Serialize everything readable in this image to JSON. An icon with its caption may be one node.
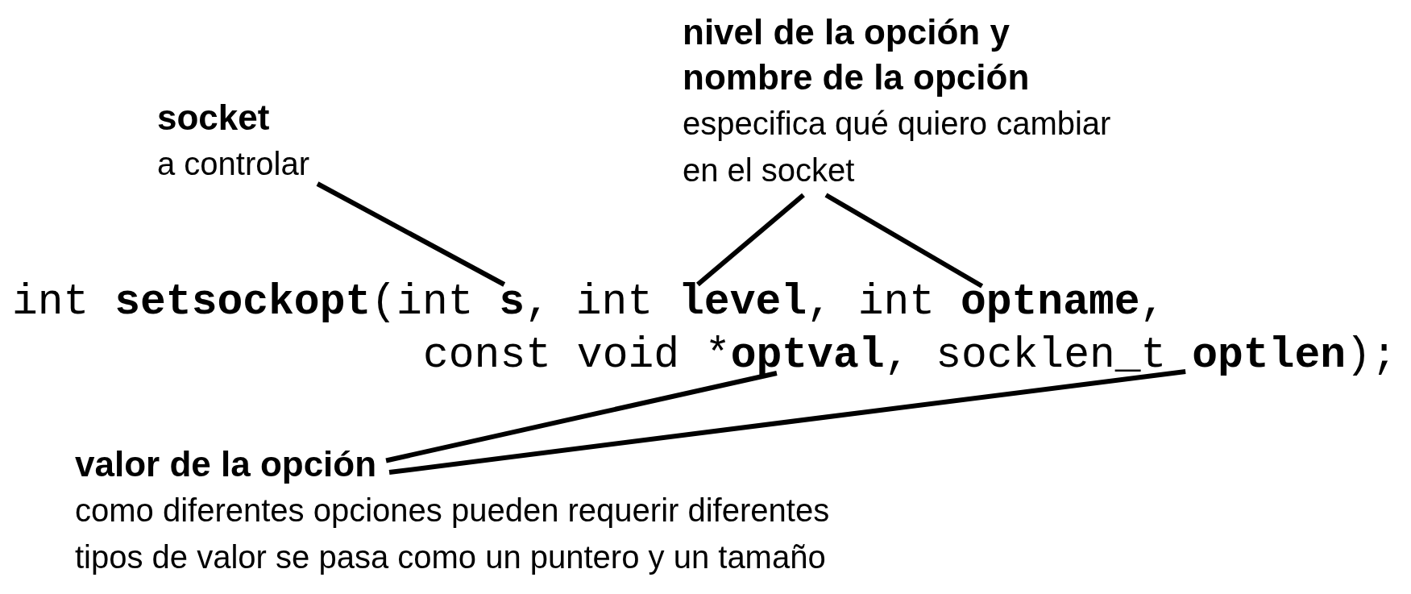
{
  "diagram": {
    "nodes": [
      {
        "text": [
          "socket",
          "a controlar"
        ]
      },
      {
        "text": [
          "nivel de la opción y nombre de la opción",
          "especifica qué quiero cambiar en el socket"
        ]
      },
      {
        "text": [
          "valor de la opción",
          "como diferentes opciones pueden requerir diferentes tipos de valor se pasa como un puntero y un tamaño"
        ]
      },
      {
        "text": [
          "s"
        ]
      },
      {
        "text": [
          "level"
        ]
      },
      {
        "text": [
          "optname"
        ]
      },
      {
        "text": [
          "optval"
        ]
      },
      {
        "text": [
          "optlen"
        ]
      }
    ],
    "edges": [
      {
        "from": 0,
        "to": 3,
        "arrow": "none"
      },
      {
        "from": 1,
        "to": 4,
        "arrow": "none"
      },
      {
        "from": 1,
        "to": 5,
        "arrow": "none"
      },
      {
        "from": 2,
        "to": 6,
        "arrow": "none"
      },
      {
        "from": 2,
        "to": 7,
        "arrow": "none"
      }
    ],
    "labels": [
      "int",
      "setsockopt",
      "(int",
      ",",
      "int",
      ",",
      "int",
      ",",
      "const void *",
      ",",
      "socklen_t",
      ");"
    ]
  }
}
